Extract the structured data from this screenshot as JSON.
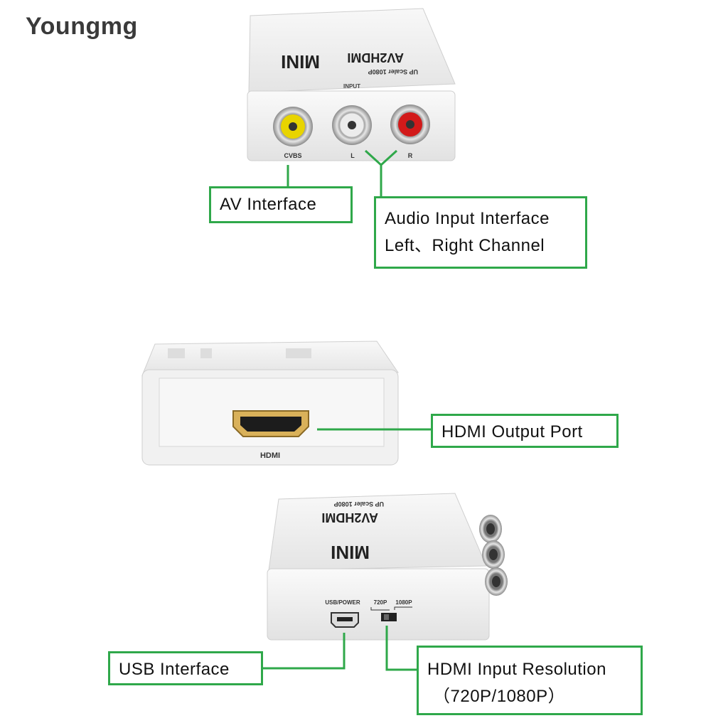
{
  "brand": "Youngmg",
  "device": {
    "mini": "MINI",
    "model": "AV2HDMI",
    "subtitle": "UP Scaler 1080P",
    "input": "INPUT",
    "cvbs": "CVBS",
    "left": "L",
    "right": "R",
    "hdmi": "HDMI",
    "usb_power": "USB/POWER",
    "res_720": "720P",
    "res_1080": "1080P"
  },
  "callouts": {
    "av_interface": "AV Interface",
    "audio_line1": "Audio Input Interface",
    "audio_line2": "Left、Right Channel",
    "hdmi_output": "HDMI Output Port",
    "usb_interface": "USB  Interface",
    "res_line1": "HDMI Input Resolution",
    "res_line2": "（720P/1080P）"
  },
  "colors": {
    "accent": "#2fa84a",
    "device_body": "#f2f2f2",
    "rca_yellow": "#e8d400",
    "rca_red": "#d21a1a",
    "rca_white": "#ececec"
  }
}
